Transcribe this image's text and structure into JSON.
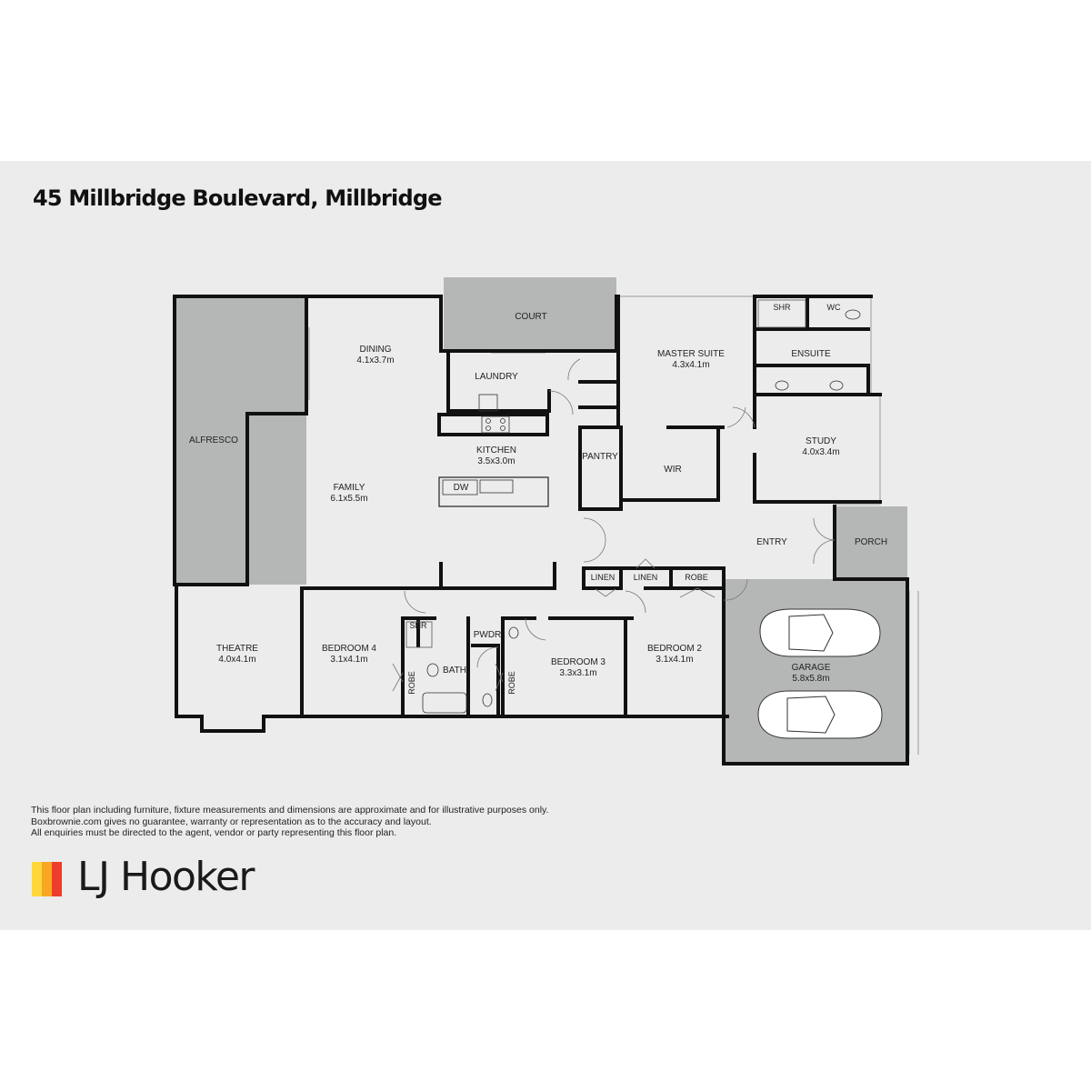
{
  "title": "45 Millbridge Boulevard, Millbridge",
  "rooms": {
    "court": "COURT",
    "dining": {
      "name": "DINING",
      "size": "4.1x3.7m"
    },
    "laundry": "LAUNDRY",
    "alfresco": "ALFRESCO",
    "kitchen": {
      "name": "KITCHEN",
      "size": "3.5x3.0m"
    },
    "dw": "DW",
    "family": {
      "name": "FAMILY",
      "size": "6.1x5.5m"
    },
    "pantry": "PANTRY",
    "master": {
      "name": "MASTER SUITE",
      "size": "4.3x4.1m"
    },
    "wir": "WIR",
    "ensuite": "ENSUITE",
    "shr": "SHR",
    "wc": "WC",
    "study": {
      "name": "STUDY",
      "size": "4.0x3.4m"
    },
    "entry": "ENTRY",
    "porch": "PORCH",
    "linen": "LINEN",
    "robe": "ROBE",
    "theatre": {
      "name": "THEATRE",
      "size": "4.0x4.1m"
    },
    "bed4": {
      "name": "BEDROOM 4",
      "size": "3.1x4.1m"
    },
    "bath": "BATH",
    "pwdr": "PWDR",
    "bed3": {
      "name": "BEDROOM 3",
      "size": "3.3x3.1m"
    },
    "bed2": {
      "name": "BEDROOM 2",
      "size": "3.1x4.1m"
    },
    "garage": {
      "name": "GARAGE",
      "size": "5.8x5.8m"
    }
  },
  "disclaimer": [
    "This floor plan including furniture, fixture measurements and dimensions are approximate and for illustrative purposes only.",
    "Boxbrownie.com gives no guarantee, warranty or representation as to the accuracy and layout.",
    "All enquiries must be directed to the agent, vendor or party representing this floor plan."
  ],
  "brand": {
    "name": "LJ Hooker",
    "colors": [
      "#ffd73a",
      "#f7a823",
      "#ee3d2a"
    ]
  }
}
